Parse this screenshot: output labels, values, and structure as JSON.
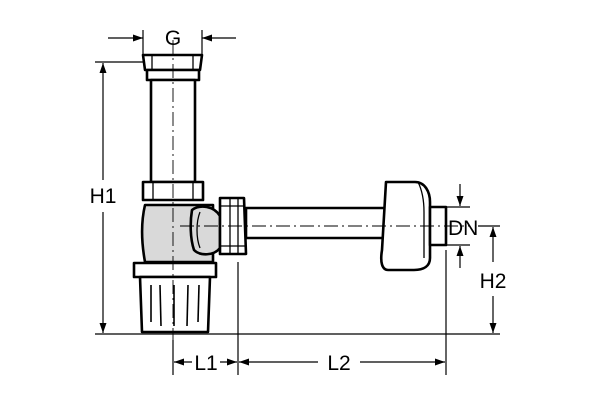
{
  "diagram": {
    "dimension_labels": {
      "g": "G",
      "h1": "H1",
      "dn": "DN",
      "h2": "H2",
      "l1": "L1",
      "l2": "L2"
    }
  }
}
